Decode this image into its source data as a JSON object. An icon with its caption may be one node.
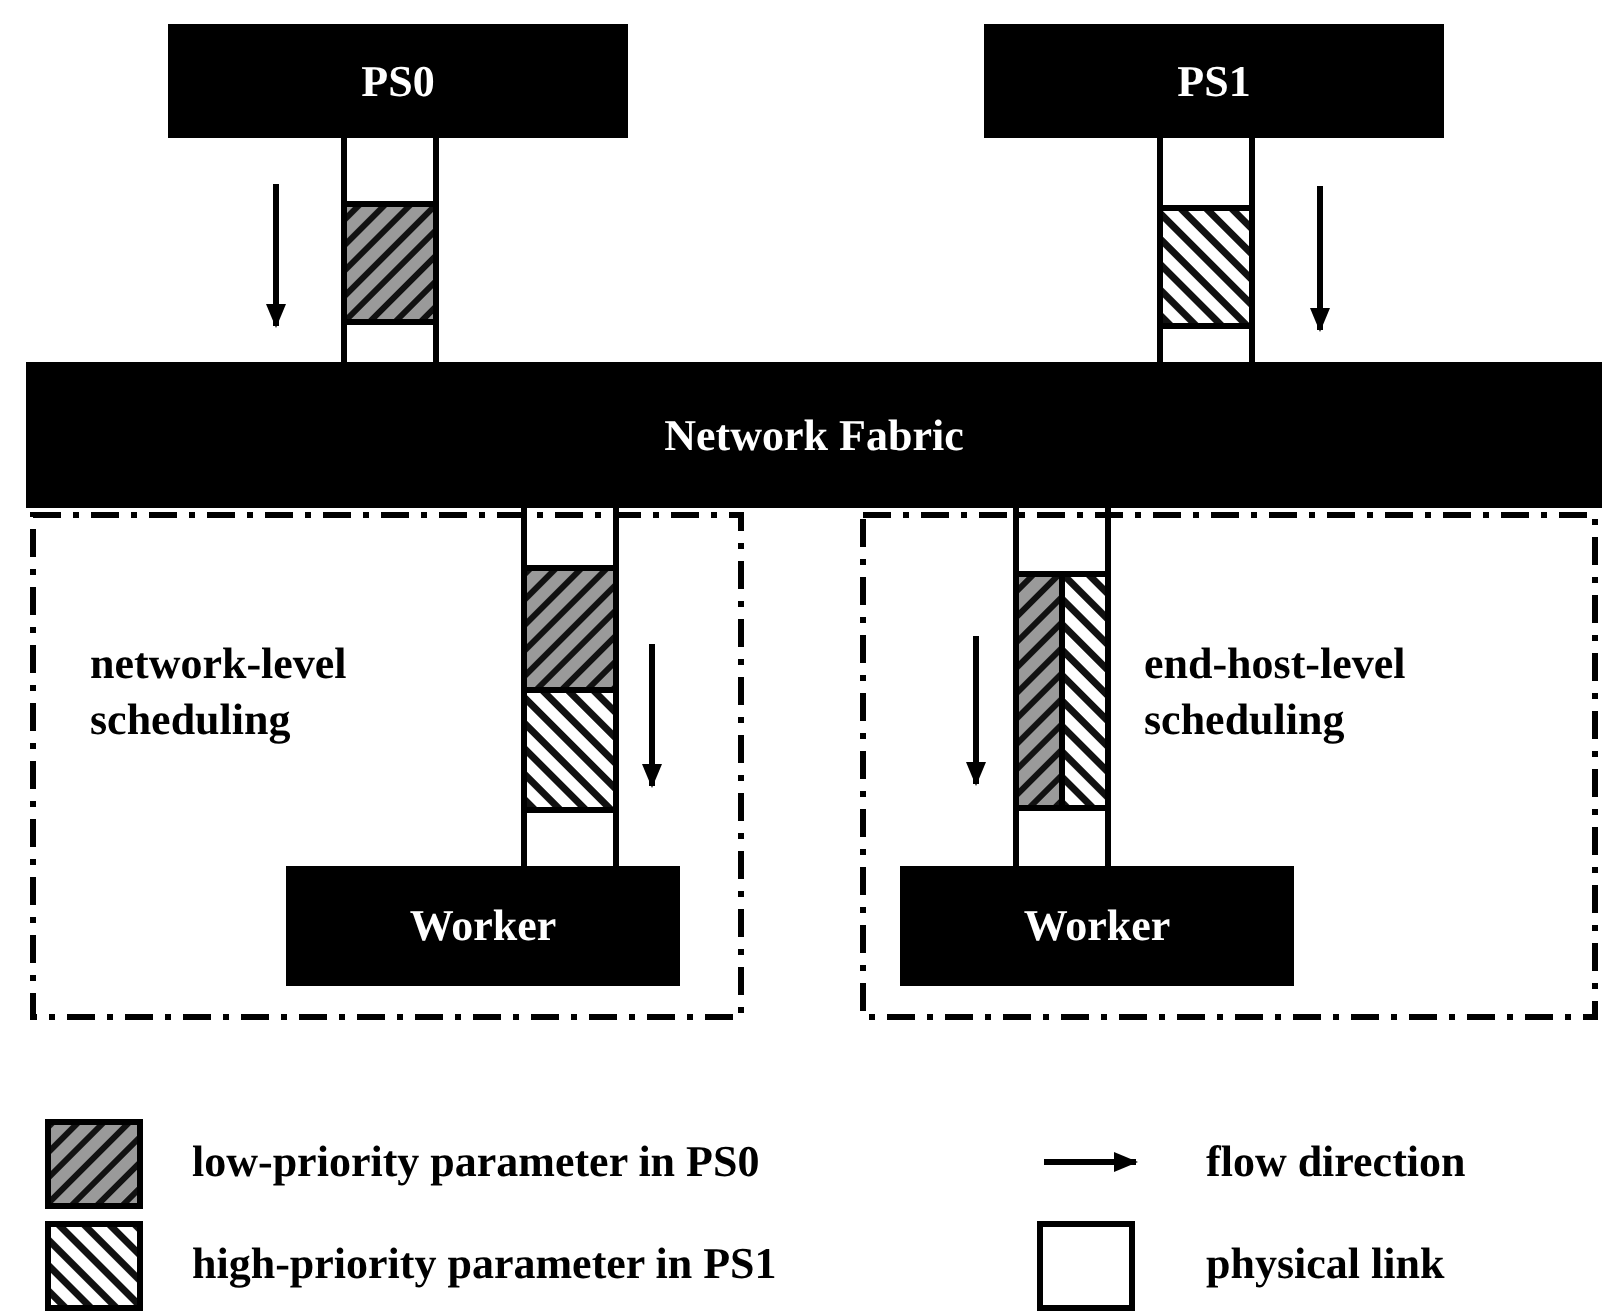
{
  "diagram": {
    "nodes": [
      {
        "text": [
          "PS0"
        ]
      },
      {
        "text": [
          "PS1"
        ]
      },
      {
        "text": [
          "Network Fabric"
        ]
      },
      {
        "text": [
          "network-level scheduling"
        ]
      },
      {
        "text": [
          "Worker"
        ],
        "in": 3
      },
      {
        "text": [
          "end-host-level scheduling"
        ]
      },
      {
        "text": [
          "Worker"
        ],
        "in": 5
      }
    ],
    "edges": [
      {
        "from": 0,
        "to": 2,
        "arrow": "none"
      },
      {
        "from": 1,
        "to": 2,
        "arrow": "none"
      },
      {
        "from": 2,
        "to": 4,
        "arrow": "none"
      },
      {
        "from": 2,
        "to": 6,
        "arrow": "none"
      }
    ],
    "legend": [
      {
        "text": "low-priority parameter in PS0"
      },
      {
        "text": "high-priority parameter in PS1"
      },
      {
        "text": "flow direction"
      },
      {
        "text": "physical link"
      }
    ]
  }
}
